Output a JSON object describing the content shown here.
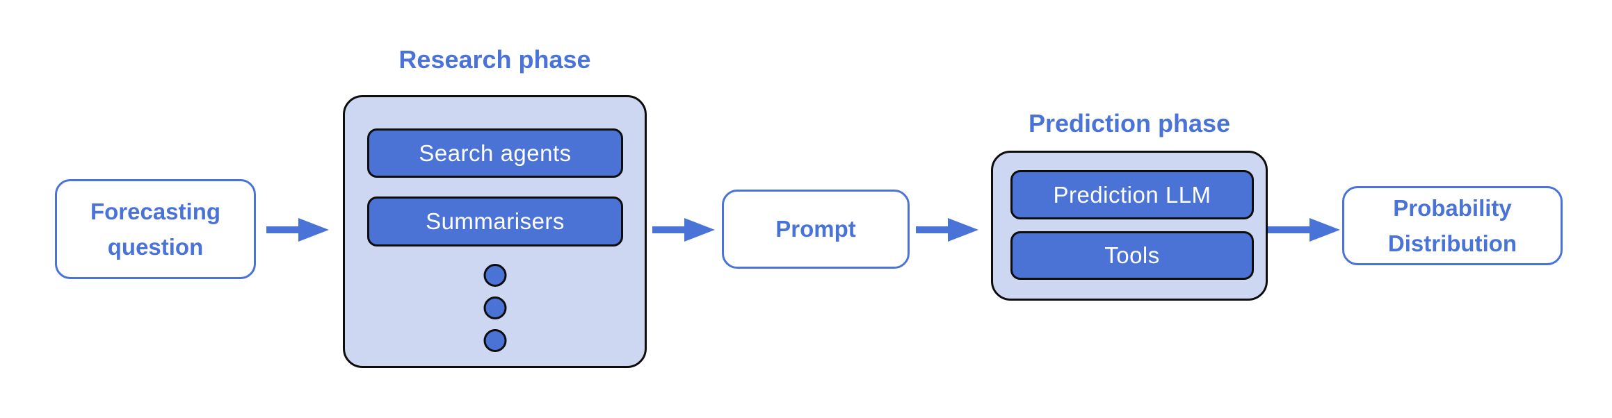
{
  "colors": {
    "accent": "#4a73d8",
    "node_fill": "#4b73d6",
    "container_fill": "#cdd7f2",
    "outline": "#0d0d0d",
    "text_on_blue": "#ffffff",
    "background": "#ffffff"
  },
  "nodes": {
    "forecasting_question": {
      "label": "Forecasting question"
    },
    "prompt": {
      "label": "Prompt"
    },
    "probability_distribution": {
      "label": "Probability Distribution"
    }
  },
  "research_phase": {
    "title": "Research phase",
    "items": [
      {
        "label": "Search agents"
      },
      {
        "label": "Summarisers"
      }
    ],
    "ellipsis_dot_count": 3
  },
  "prediction_phase": {
    "title": "Prediction phase",
    "items": [
      {
        "label": "Prediction LLM"
      },
      {
        "label": "Tools"
      }
    ]
  }
}
